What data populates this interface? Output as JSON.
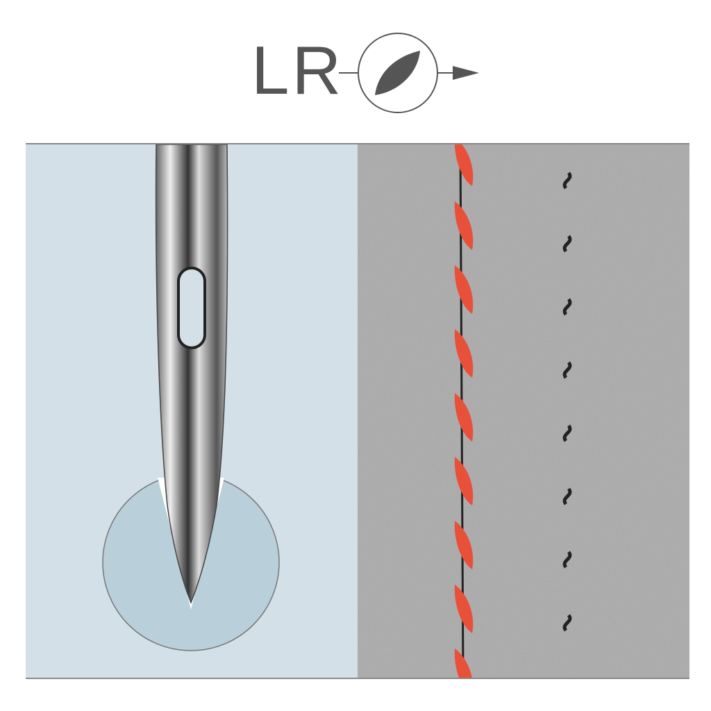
{
  "header": {
    "title": "LR",
    "icon": "leaf-point-direction-icon"
  },
  "colors": {
    "left_bg": "#d3e0e8",
    "circle": "#b9cfd9",
    "leather": "#a9a9a9",
    "thread": "#e8503a"
  },
  "panels": {
    "left": "needle-point-illustration",
    "right": "leather-stitch-illustration"
  }
}
